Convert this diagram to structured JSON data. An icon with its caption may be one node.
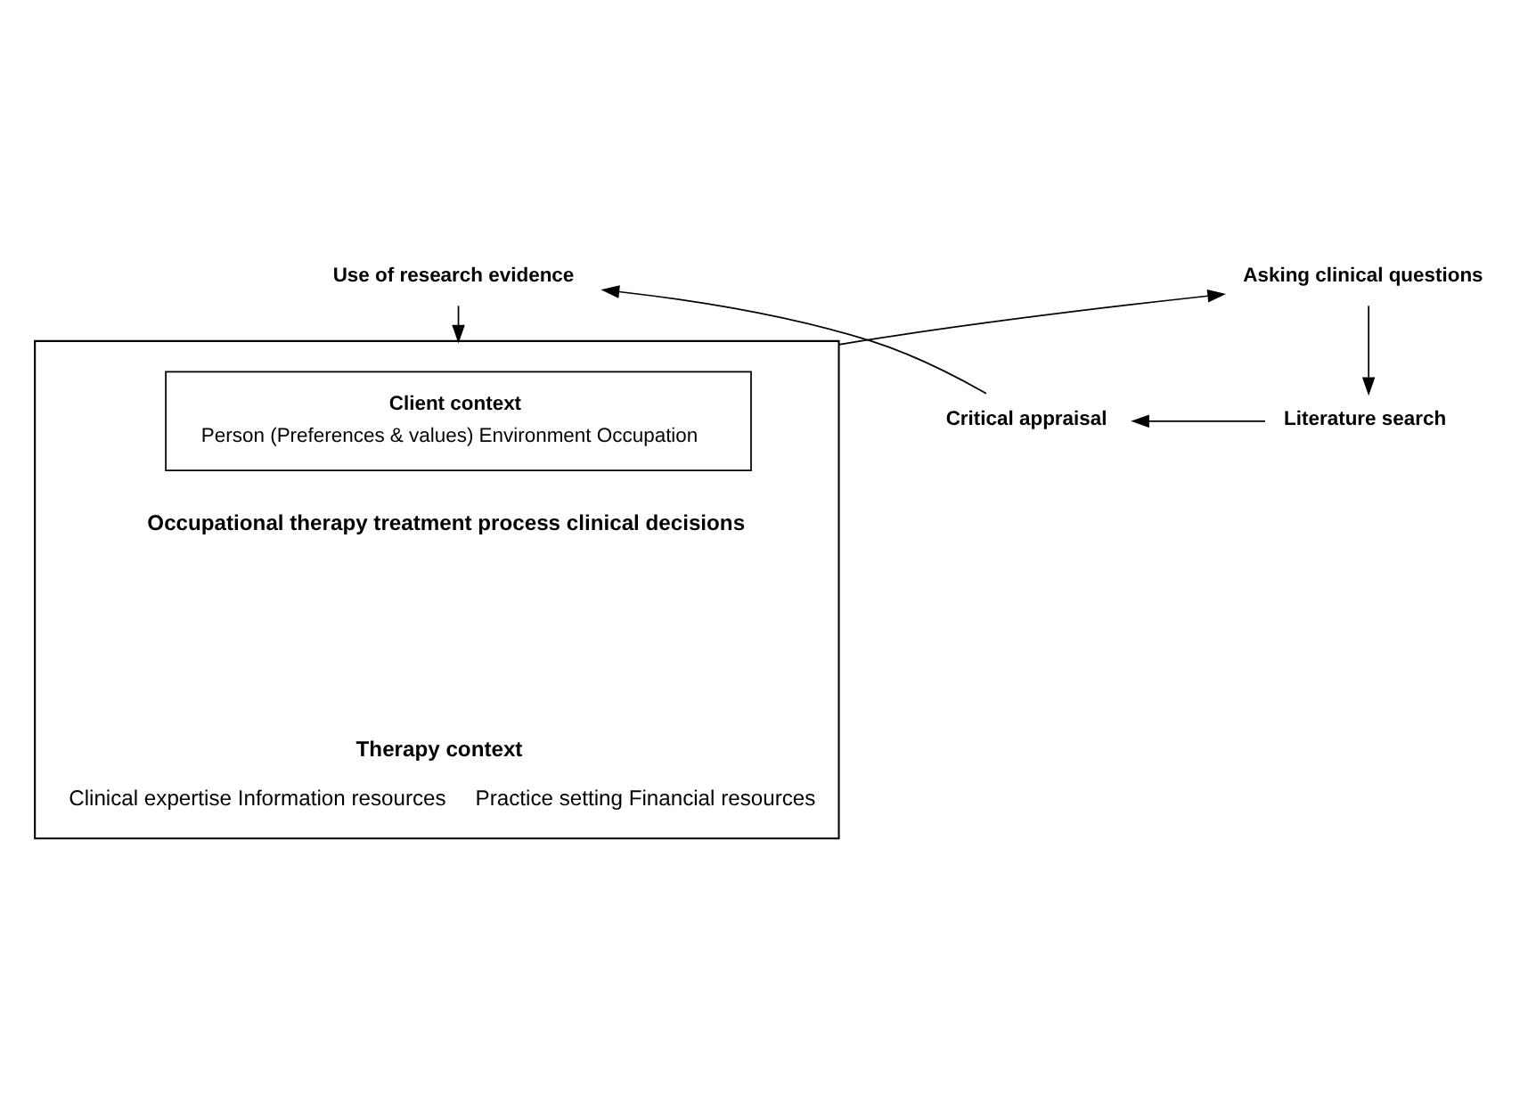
{
  "diagram": {
    "nodes": [
      {
        "text": [
          "Use of research evidence"
        ]
      },
      {
        "text": [
          "Asking clinical questions"
        ]
      },
      {
        "text": [
          "Occupational therapy treatment process clinical decisions",
          "Therapy context",
          "Clinical expertise Information resources",
          "Practice setting Financial resources"
        ]
      },
      {
        "text": [
          "Client context",
          "Person (Preferences & values) Environment Occupation"
        ],
        "in": 2
      },
      {
        "text": [
          "Critical appraisal"
        ]
      },
      {
        "text": [
          "Literature search"
        ]
      }
    ],
    "edges": [
      {
        "from": 0,
        "to": 2,
        "arrow": "to"
      },
      {
        "from": 2,
        "to": 1,
        "arrow": "to"
      },
      {
        "from": 1,
        "to": 5,
        "arrow": "to"
      },
      {
        "from": 5,
        "to": 4,
        "arrow": "to"
      },
      {
        "from": 4,
        "to": 0,
        "arrow": "to"
      }
    ]
  }
}
